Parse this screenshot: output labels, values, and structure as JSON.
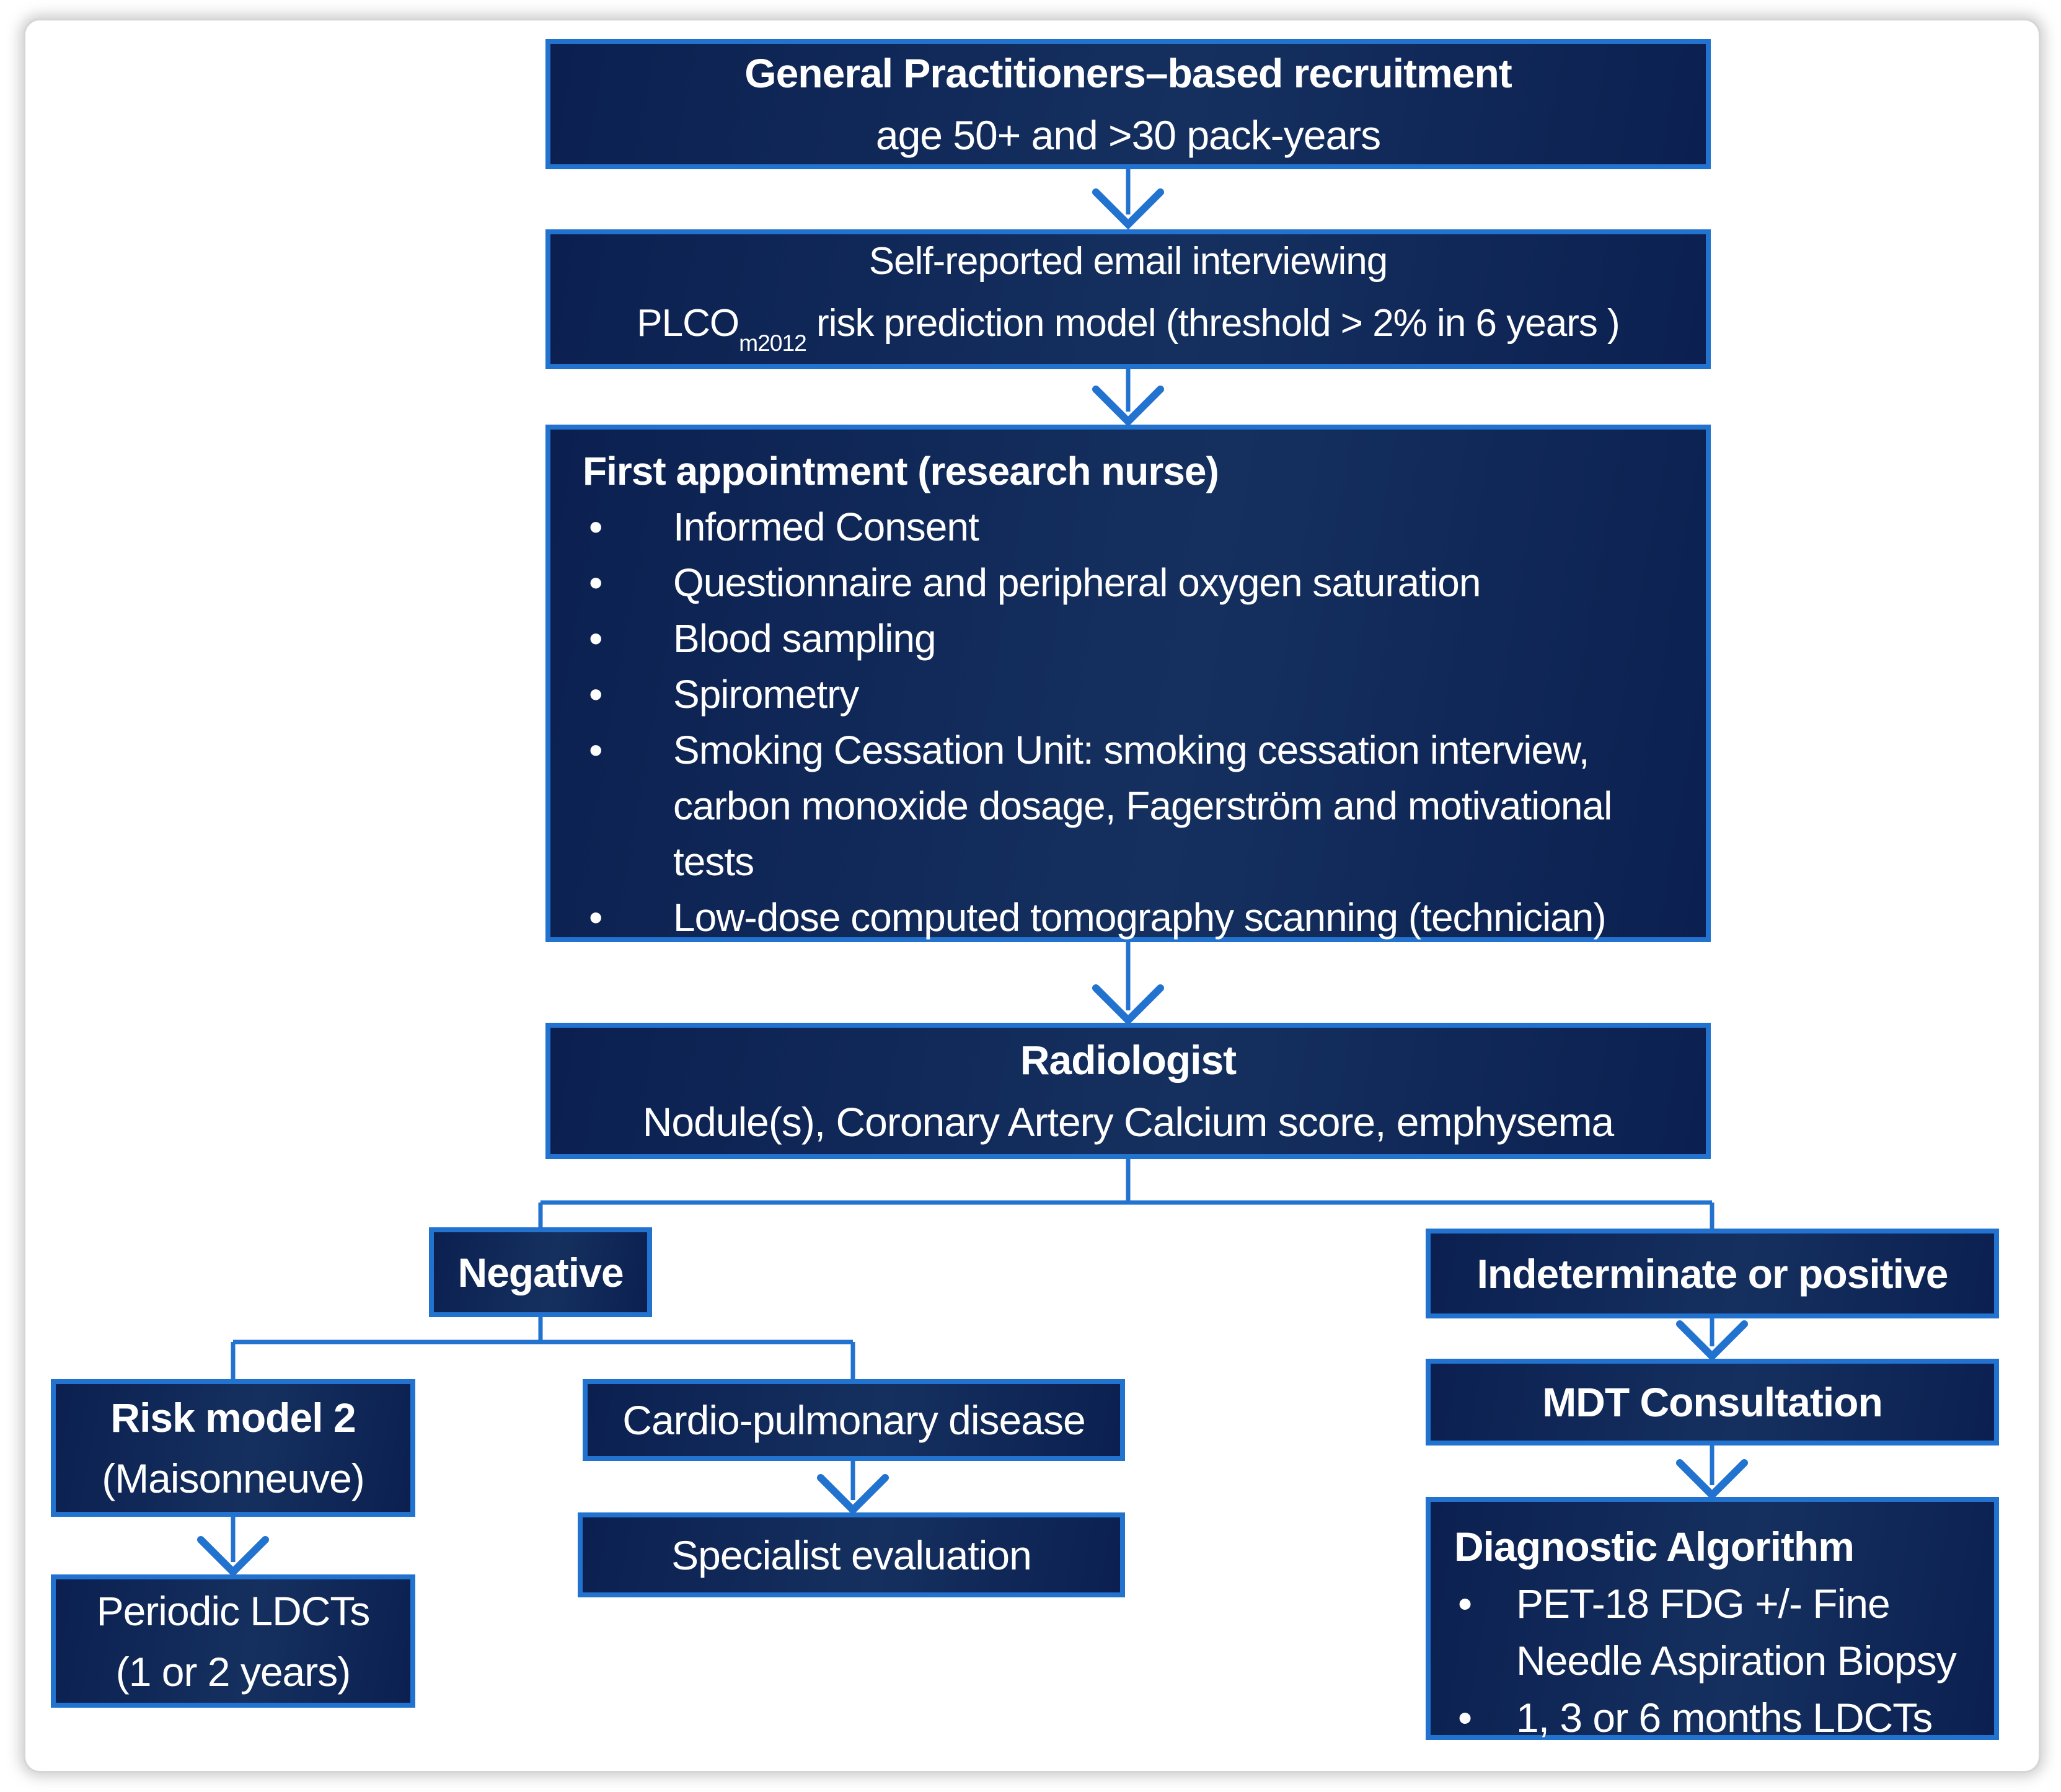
{
  "colors": {
    "box_fill_1": "#0b2050",
    "box_fill_2": "#15305f",
    "box_border": "#2272cf",
    "connector": "#2272cf",
    "text": "#ffffff",
    "card_border": "#d6d6d6"
  },
  "nodes": {
    "recruitment": {
      "line1": "General Practitioners–based recruitment",
      "line2": "age 50+ and >30 pack-years"
    },
    "interview": {
      "line1": "Self-reported email interviewing",
      "line2_prefix": "PLCO",
      "line2_sub": "m2012",
      "line2_suffix": " risk prediction model (threshold > 2% in 6 years )"
    },
    "appointment": {
      "title": "First appointment (research nurse)",
      "bullets": [
        "Informed Consent",
        "Questionnaire and peripheral oxygen saturation",
        "Blood sampling",
        "Spirometry",
        "Smoking Cessation Unit: smoking cessation interview, carbon monoxide dosage, Fagerström and motivational tests",
        "Low-dose computed tomography scanning (technician)"
      ]
    },
    "radiologist": {
      "line1": "Radiologist",
      "line2": "Nodule(s), Coronary Artery Calcium score, emphysema"
    },
    "negative": {
      "label": "Negative"
    },
    "indeterminate": {
      "label": "Indeterminate or positive"
    },
    "risk_model": {
      "line1": "Risk model 2",
      "line2": "(Maisonneuve)"
    },
    "periodic": {
      "line1": "Periodic LDCTs",
      "line2": "(1 or 2 years)"
    },
    "cardio": {
      "label": "Cardio-pulmonary disease"
    },
    "specialist": {
      "label": "Specialist evaluation"
    },
    "mdt": {
      "label": "MDT Consultation"
    },
    "diagnostic": {
      "title": "Diagnostic Algorithm",
      "bullets": [
        "PET-18 FDG +/- Fine Needle Aspiration Biopsy",
        "1, 3 or 6 months LDCTs"
      ]
    }
  }
}
